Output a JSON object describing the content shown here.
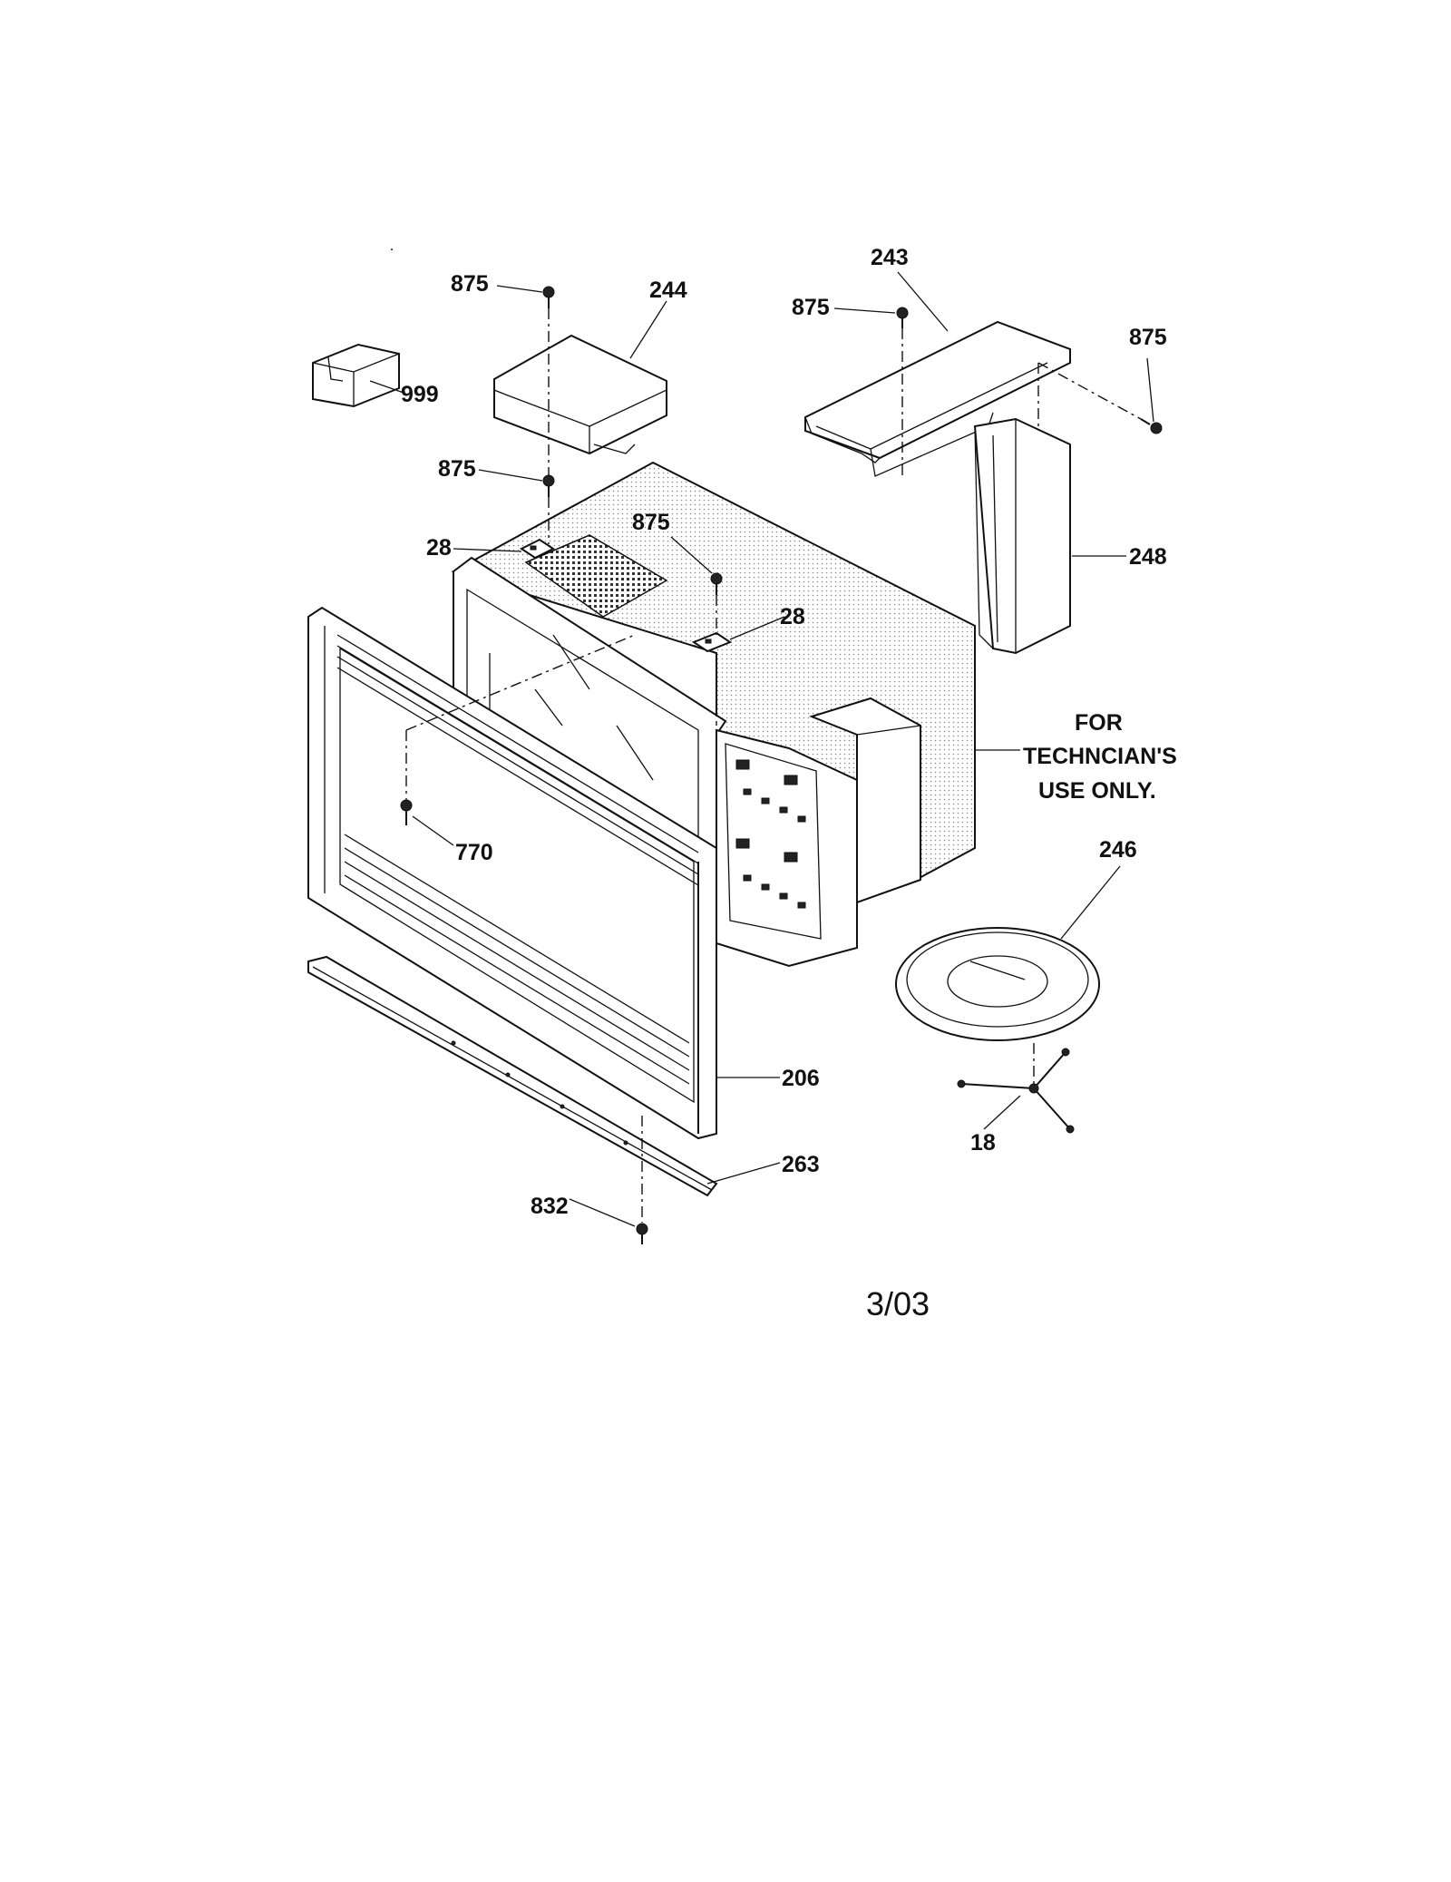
{
  "callouts": {
    "p999": "999",
    "p875a": "875",
    "p244": "244",
    "p875b": "875",
    "p243": "243",
    "p875c": "875",
    "p875d": "875",
    "p28a": "28",
    "p875e": "875",
    "p28b": "28",
    "p248": "248",
    "p770": "770",
    "p246": "246",
    "p206": "206",
    "p18": "18",
    "p263": "263",
    "p832": "832"
  },
  "note": {
    "line1": "FOR",
    "line2": "TECHNCIAN'S",
    "line3": "USE ONLY."
  },
  "date": "3/03"
}
